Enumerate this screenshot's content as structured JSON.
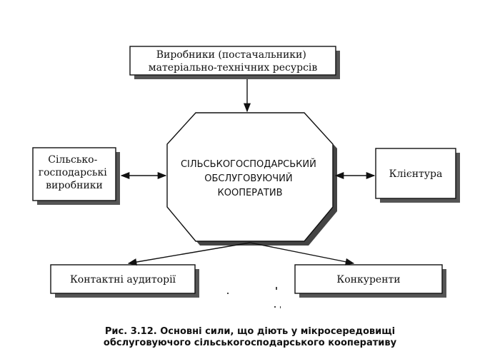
{
  "nodes": {
    "suppliers": {
      "lines": [
        "Виробники (постачальники)",
        "матеріально-технічних ресурсів"
      ]
    },
    "cooperative": {
      "lines": [
        "СІЛЬСЬКОГОСПОДАРСЬКИЙ",
        "ОБСЛУГОВУЮЧИЙ",
        "КООПЕРАТИВ"
      ]
    },
    "producers": {
      "lines": [
        "Сільсько-",
        "господарські",
        "виробники"
      ]
    },
    "clients": {
      "lines": [
        "Клієнтура"
      ]
    },
    "audiences": {
      "lines": [
        "Контактні аудиторії"
      ]
    },
    "competitors": {
      "lines": [
        "Конкуренти"
      ]
    }
  },
  "caption": {
    "line1": "Рис. 3.12. Основні сили, що діють у мікросередовищі",
    "line2": "обслуговуючого сільськогосподарського кооперативу"
  }
}
